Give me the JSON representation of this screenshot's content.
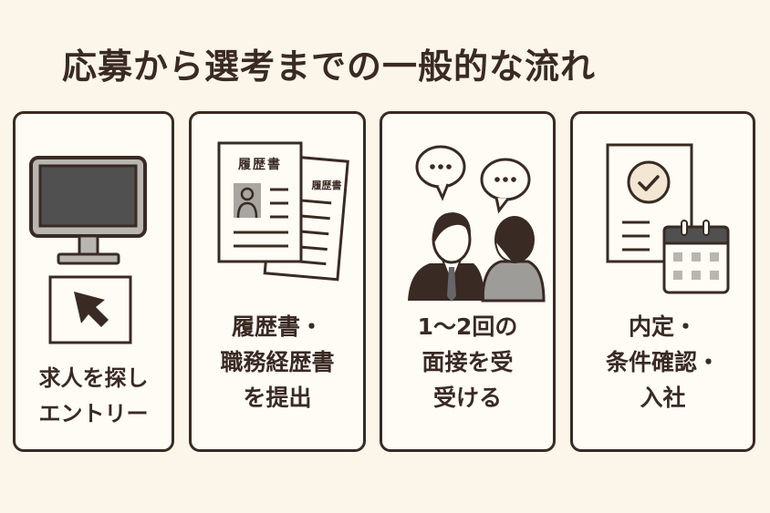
{
  "title": "応募から選考までの一般的な流れ",
  "colors": {
    "background": "#fcf5ea",
    "card_fill": "#fffcf6",
    "outline": "#3a2a24",
    "gray": "#a9a6a2",
    "dark_screen": "#505050"
  },
  "steps": [
    {
      "icon": "computer-cursor-icon",
      "lines": [
        "求人を探し",
        "エントリー"
      ]
    },
    {
      "icon": "resume-documents-icon",
      "doc_front_label": "履歴書",
      "doc_back_label": "履歴書",
      "lines": [
        "履歴書・",
        "職務経歴書",
        "を提出"
      ]
    },
    {
      "icon": "interview-people-icon",
      "lines": [
        "1〜2回の",
        "面接を受",
        "受ける"
      ]
    },
    {
      "icon": "offer-calendar-icon",
      "lines": [
        "内定・",
        "条件確認・",
        "入社"
      ]
    }
  ]
}
